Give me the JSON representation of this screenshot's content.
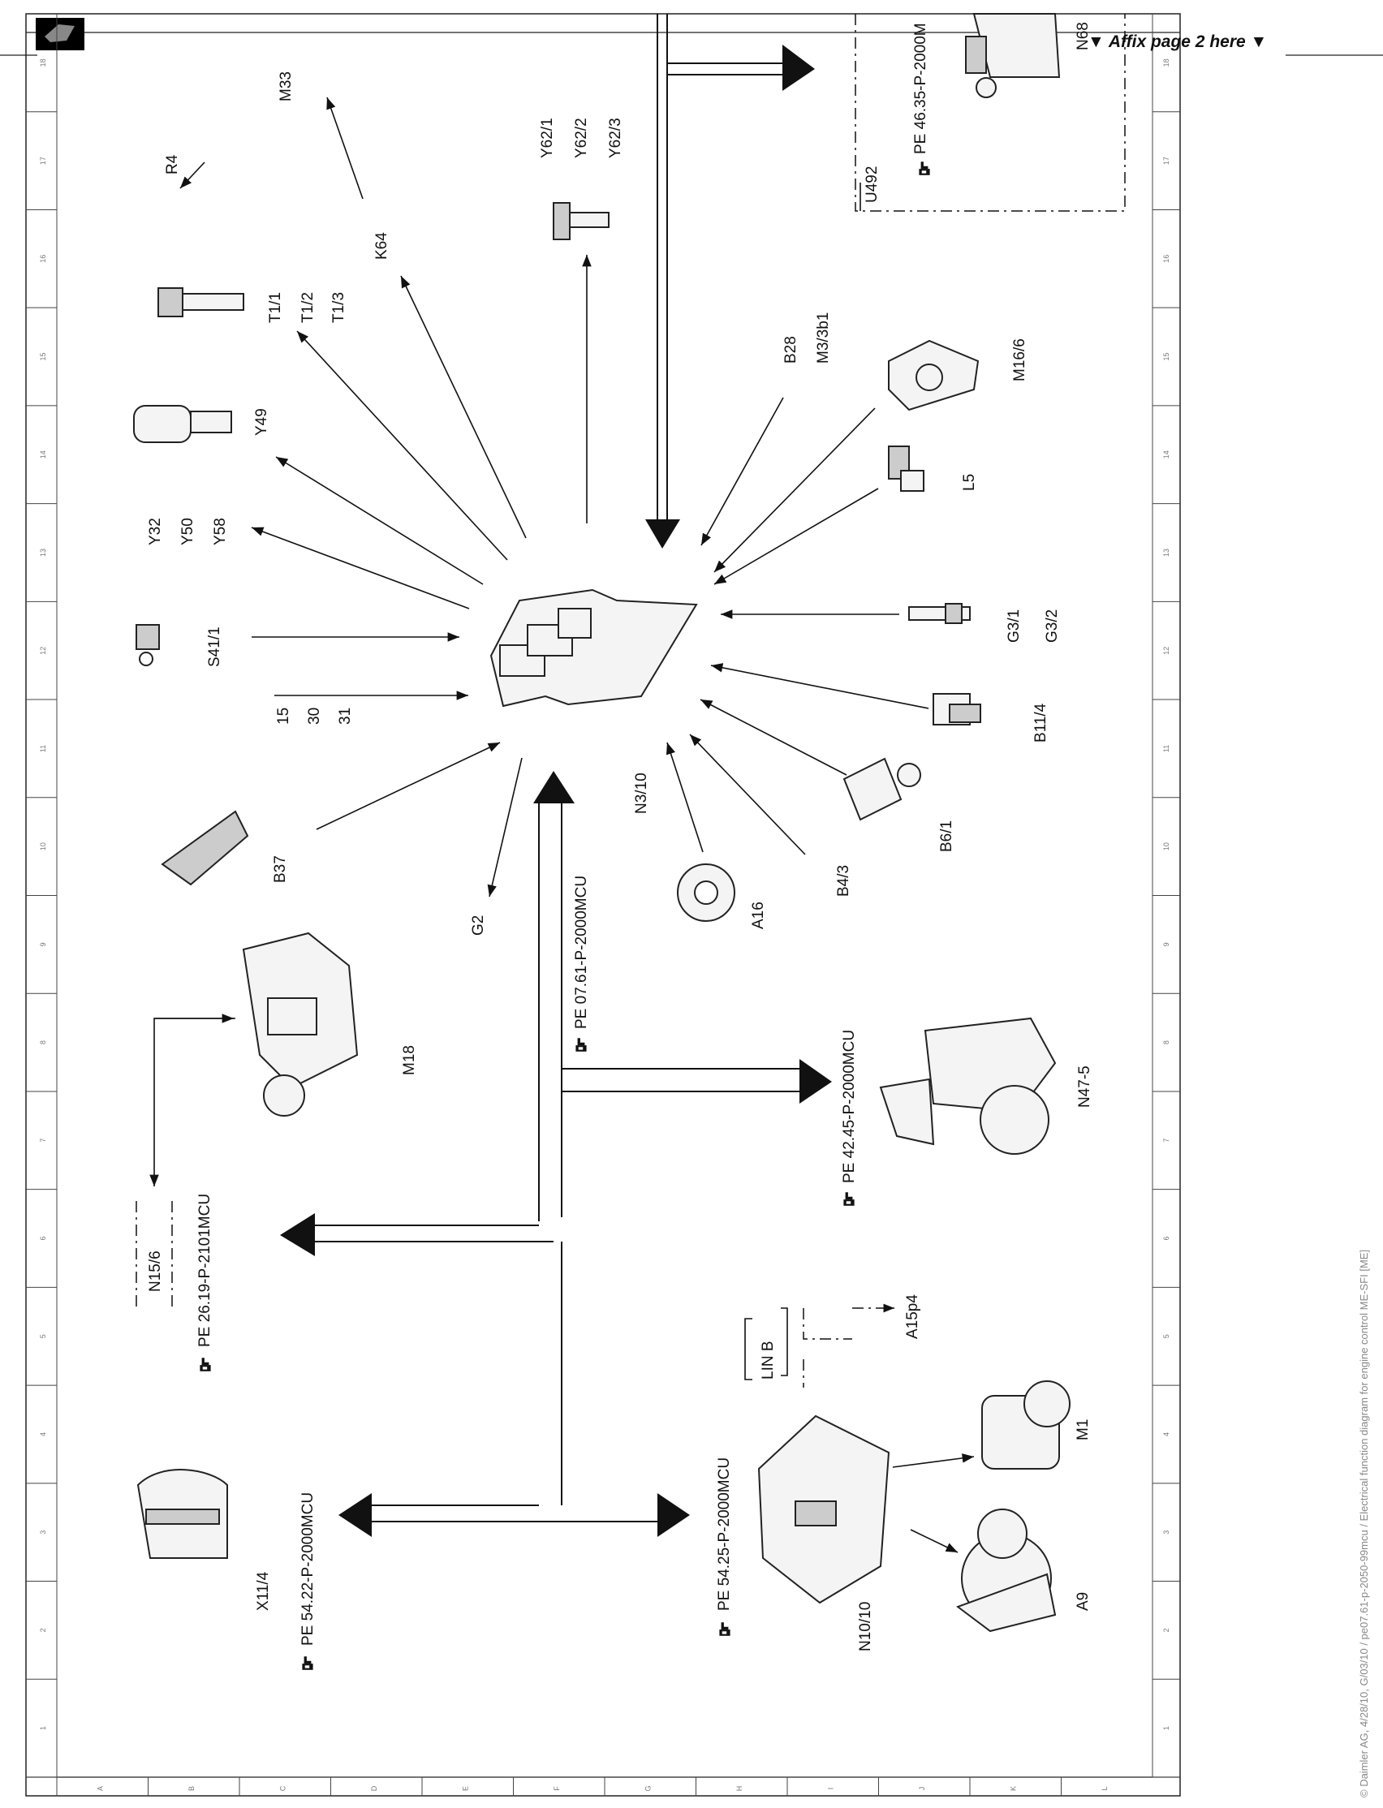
{
  "affix_note": "▼ Affix page 2 here ▼",
  "copyright": "© Daimler AG, 4/28/10, G/03/10 / pe07.61-p-2050-99mcu / Electrical function diagram for engine control ME-SFI [ME]",
  "grid": {
    "rows": [
      "1",
      "2",
      "3",
      "4",
      "5",
      "6",
      "7",
      "8",
      "9",
      "10",
      "11",
      "12",
      "13",
      "14",
      "15",
      "16",
      "17",
      "18"
    ],
    "cols": [
      "A",
      "B",
      "C",
      "D",
      "E",
      "F",
      "G",
      "H",
      "I",
      "J",
      "K",
      "L"
    ]
  },
  "components": {
    "R4": "R4",
    "M33": "M33",
    "Y62": [
      "Y62/1",
      "Y62/2",
      "Y62/3"
    ],
    "U492": "U492",
    "N68": "N68",
    "K64": "K64",
    "T1": [
      "T1/1",
      "T1/2",
      "T1/3"
    ],
    "Y49": "Y49",
    "Y32_group": [
      "Y32",
      "Y50",
      "Y58"
    ],
    "S41_1": "S41/1",
    "terminals": [
      "15",
      "30",
      "31"
    ],
    "B37": "B37",
    "G2": "G2",
    "M18": "M18",
    "N15_6": "N15/6",
    "X11_4": "X11/4",
    "B28_group": [
      "B28",
      "M3/3b1"
    ],
    "M16_6": "M16/6",
    "L5": "L5",
    "G3": [
      "G3/1",
      "G3/2"
    ],
    "B11_4": "B11/4",
    "B6_1": "B6/1",
    "B4_3": "B4/3",
    "N3_10": "N3/10",
    "A16": "A16",
    "N47_5": "N47-5",
    "LIN_B": "LIN B",
    "A15p4": "A15p4",
    "N10_10": "N10/10",
    "M1": "M1",
    "A9": "A9"
  },
  "refs": {
    "pe_46_35": "PE 46.35-P-2000M",
    "pe_07_61": "PE 07.61-P-2000MCU",
    "pe_42_45": "PE 42.45-P-2000MCU",
    "pe_26_19": "PE 26.19-P-2101MCU",
    "pe_54_22": "PE 54.22-P-2000MCU",
    "pe_54_25": "PE 54.25-P-2000MCU"
  }
}
